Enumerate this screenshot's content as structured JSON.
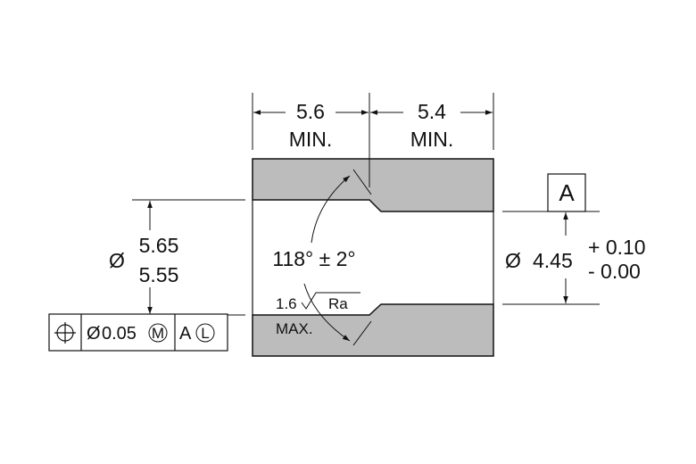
{
  "colors": {
    "part_fill": "#bcbcbc",
    "line": "#111111",
    "background": "#ffffff"
  },
  "dims": {
    "length_left": {
      "value": "5.6",
      "note": "MIN."
    },
    "length_right": {
      "value": "5.4",
      "note": "MIN."
    },
    "outer_diameter": {
      "symbol": "Ø",
      "upper": "5.65",
      "lower": "5.55"
    },
    "bore_diameter": {
      "symbol": "Ø",
      "value": "4.45",
      "plus": "+ 0.10",
      "minus": "- 0.00"
    },
    "chamfer_angle": "118° ± 2°",
    "roughness": {
      "value": "1.6",
      "param": "Ra",
      "note": "MAX."
    }
  },
  "datum": {
    "label": "A"
  },
  "fcf": {
    "symbol_icon": "position-icon",
    "diameter": "Ø",
    "tolerance": "0.05",
    "material_modifier": "M",
    "datum": "A",
    "datum_modifier": "L"
  }
}
